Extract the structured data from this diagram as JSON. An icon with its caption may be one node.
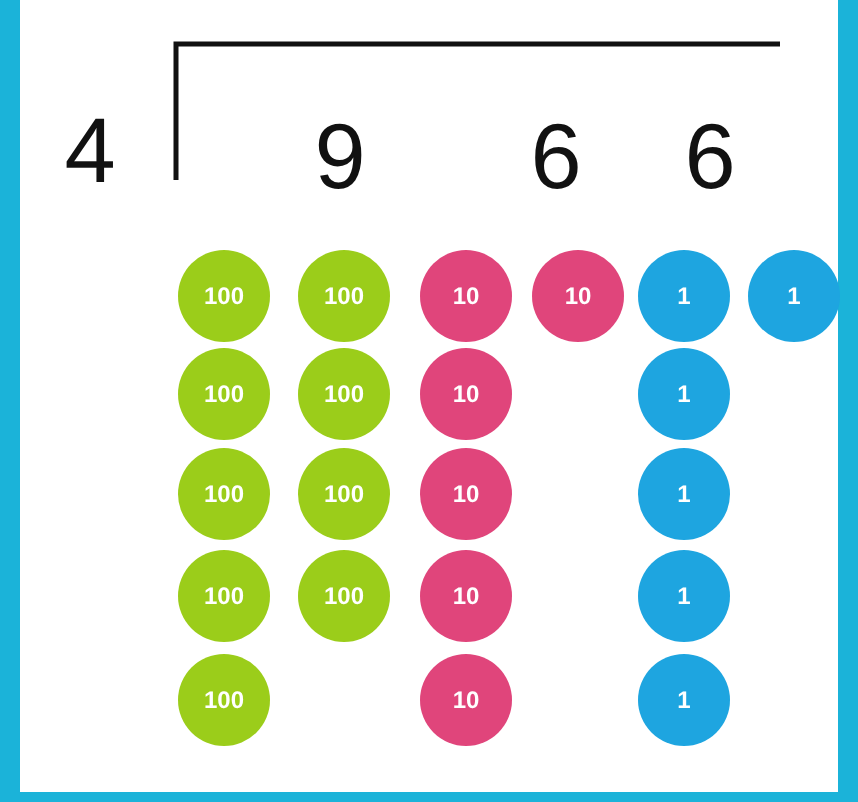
{
  "diagram": {
    "nodes": [
      {
        "text": [
          "100"
        ]
      },
      {
        "text": [
          "100"
        ]
      },
      {
        "text": [
          "10"
        ]
      },
      {
        "text": [
          "10"
        ]
      },
      {
        "text": [
          "1"
        ]
      },
      {
        "text": [
          "1"
        ]
      },
      {
        "text": [
          "100"
        ]
      },
      {
        "text": [
          "100"
        ]
      },
      {
        "text": [
          "10"
        ]
      },
      {
        "text": [
          "1"
        ]
      },
      {
        "text": [
          "100"
        ]
      },
      {
        "text": [
          "100"
        ]
      },
      {
        "text": [
          "10"
        ]
      },
      {
        "text": [
          "1"
        ]
      },
      {
        "text": [
          "100"
        ]
      },
      {
        "text": [
          "100"
        ]
      },
      {
        "text": [
          "10"
        ]
      },
      {
        "text": [
          "1"
        ]
      },
      {
        "text": [
          "100"
        ]
      },
      {
        "text": [
          "10"
        ]
      },
      {
        "text": [
          "1"
        ]
      }
    ],
    "labels": [
      "4",
      "9",
      "6",
      "6"
    ]
  }
}
